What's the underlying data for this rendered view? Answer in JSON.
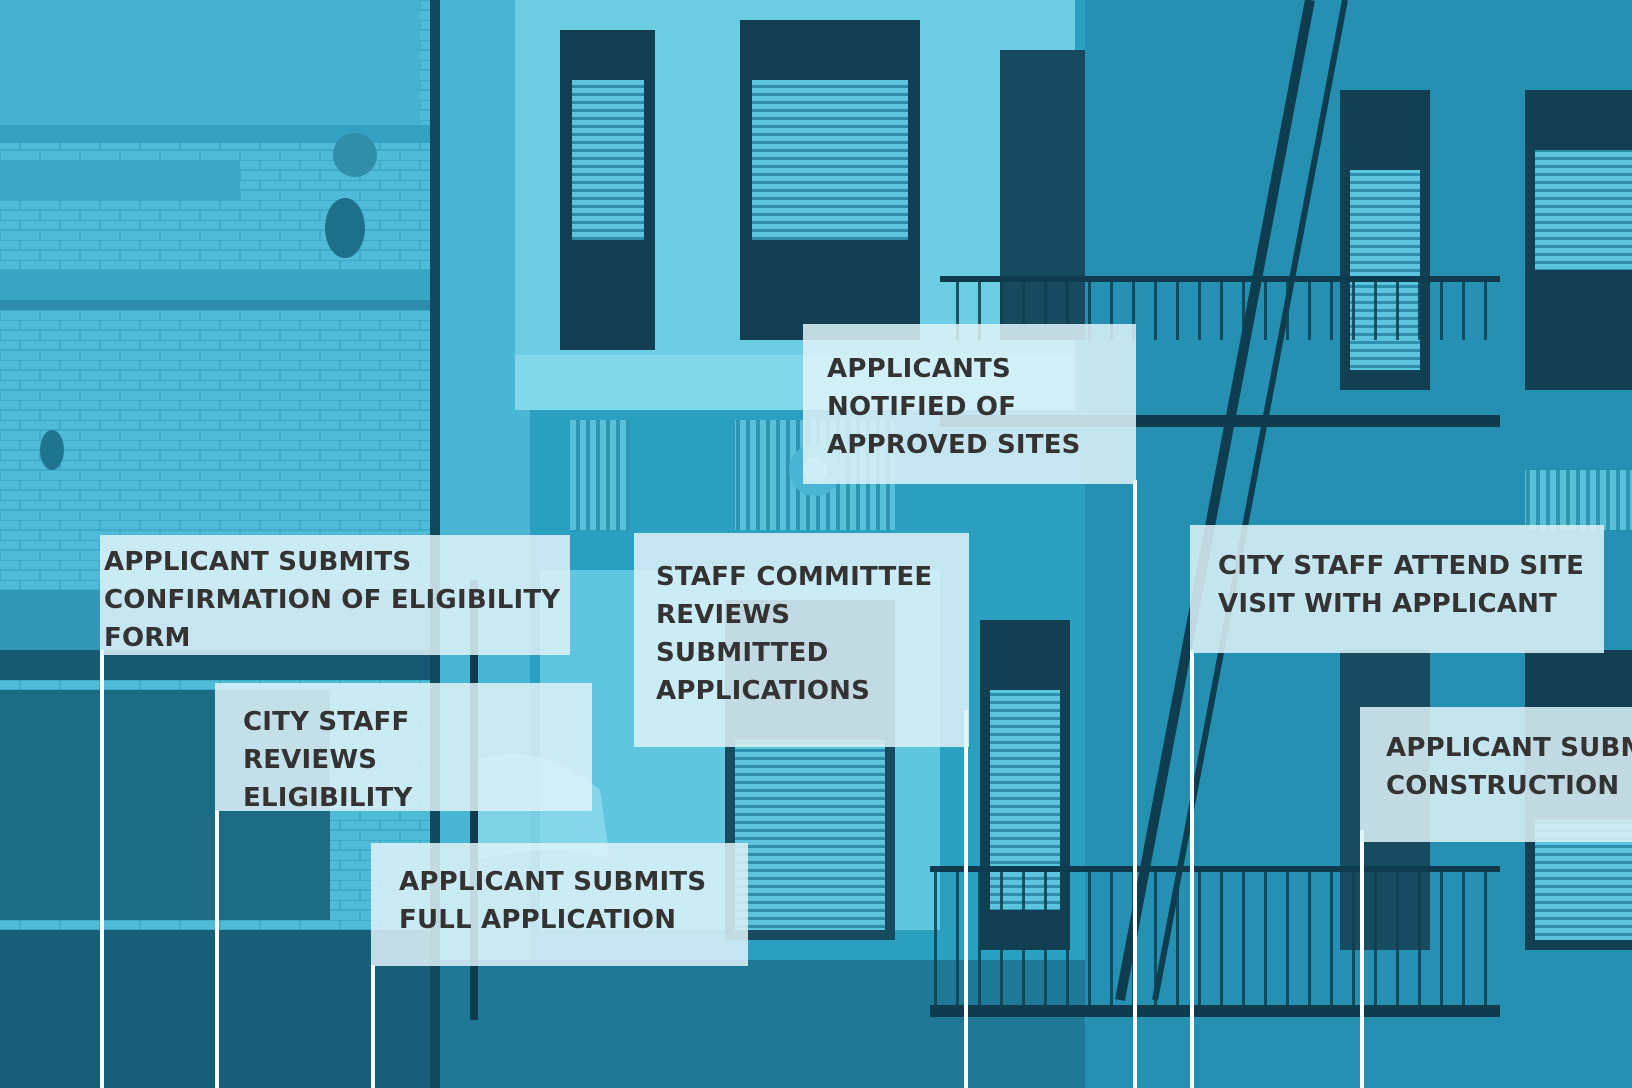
{
  "colors": {
    "photo_tint": "#2a9fc0",
    "label_background": "#def2f8",
    "label_text": "#333333",
    "connector_line": "#ffffff"
  },
  "steps": [
    {
      "id": "confirmation",
      "text": "APPLICANT SUBMITS CONFIRMATION OF ELIGIBILITY FORM"
    },
    {
      "id": "eligibility-review",
      "text": "CITY STAFF REVIEWS ELIGIBILITY"
    },
    {
      "id": "full-application",
      "text": "APPLICANT SUBMITS FULL APPLICATION"
    },
    {
      "id": "committee-review",
      "text": "STAFF COMMITTEE REVIEWS SUBMITTED APPLICATIONS"
    },
    {
      "id": "notified",
      "text": "APPLICANTS NOTIFIED OF APPROVED SITES"
    },
    {
      "id": "site-visit",
      "text": "CITY STAFF ATTEND SITE VISIT WITH APPLICANT"
    },
    {
      "id": "construction",
      "text": "APPLICANT SUBMITS CONSTRUCTION"
    }
  ]
}
